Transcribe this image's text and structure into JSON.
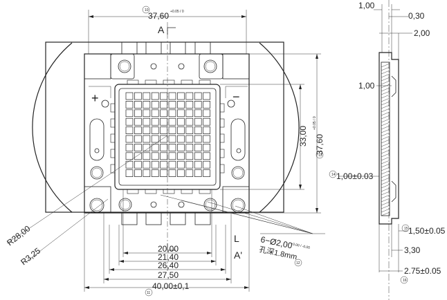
{
  "top_view": {
    "dim_width_top": "37,60",
    "dim_width_top_tol": "+0.05 / 0",
    "dim_width_top_num": "10",
    "section_top": "A",
    "section_bottom": "A'",
    "plus_sign": "+",
    "minus_sign": "−",
    "dim_height_inner": "33,00",
    "dim_height_outer": "37,60",
    "dim_height_outer_tol": "+0.05 / 0",
    "dim_height_outer_num": "13",
    "dim_r28": "R28,00",
    "dim_r325": "R3,25",
    "dim_holes": "6−Ø2,00",
    "dim_holes_tol": "+0.00 / -0.05",
    "dim_holes_note": "孔深1.8mm",
    "dim_holes_num": "12",
    "dim_20": "20,00",
    "dim_2140": "21,40",
    "dim_2640": "26,40",
    "dim_2750": "27,50",
    "dim_40": "40,00±0,1",
    "dim_40_num": "11"
  },
  "side_view": {
    "dim_100_top": "1,00",
    "dim_030": "0,30",
    "dim_200": "2,00",
    "dim_100_mid": "1,00",
    "dim_100_003": "1,00±0.03",
    "dim_100_003_num": "14",
    "dim_150": "1,50±0.05",
    "dim_150_num": "15",
    "dim_330": "3,30",
    "dim_275": "2.75±0.05",
    "dim_275_num": "16"
  }
}
